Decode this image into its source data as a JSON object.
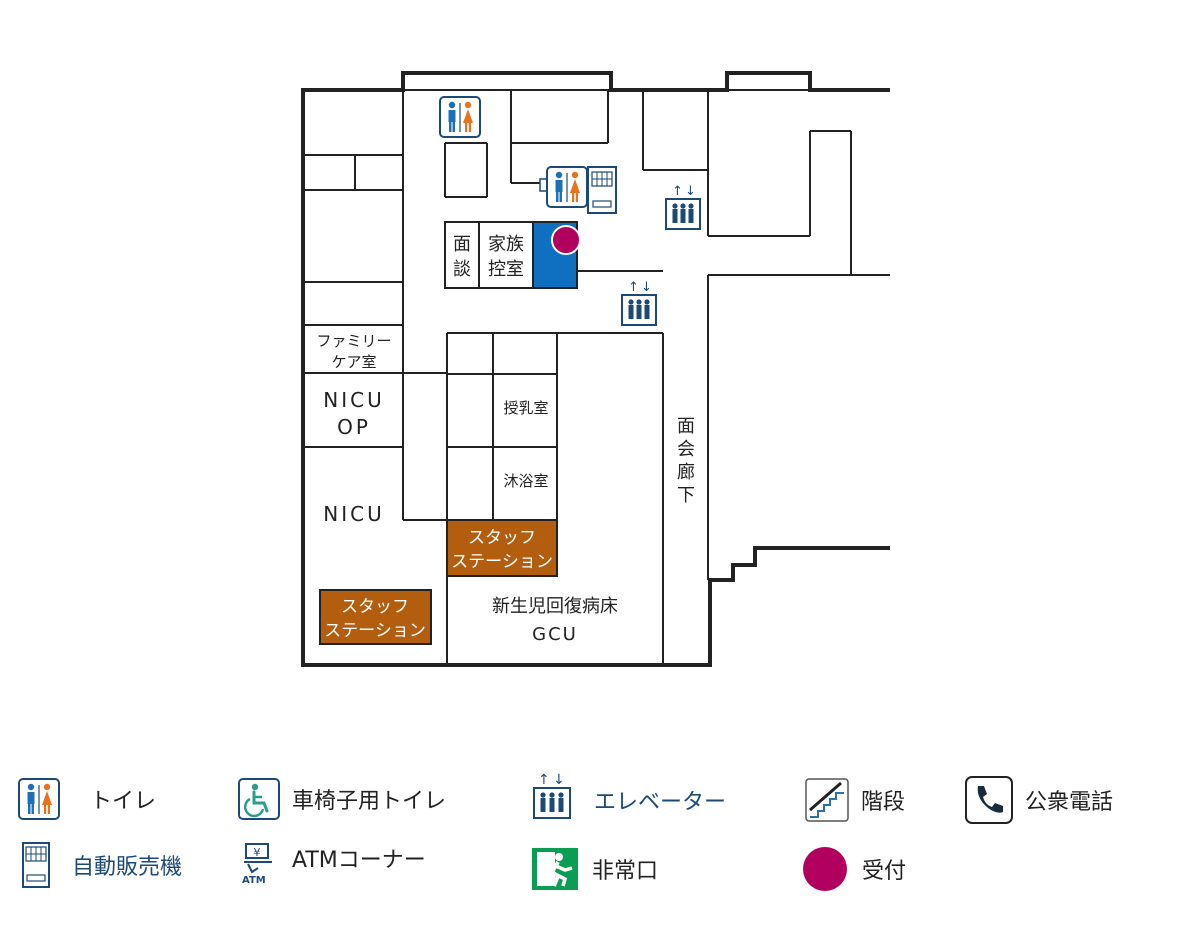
{
  "map": {
    "rooms": {
      "mendan": "面",
      "mendan2": "談",
      "kazoku1": "家族",
      "kazoku2": "控室",
      "family_care1": "ファミリー",
      "family_care2": "ケア室",
      "nicu_op1": "NICU",
      "nicu_op2": "OP",
      "nicu": "NICU",
      "junyu": "授乳室",
      "mokuyoku": "沐浴室",
      "staff_a1": "スタッフ",
      "staff_a2": "ステーション",
      "staff_b1": "スタッフ",
      "staff_b2": "ステーション",
      "gcu1": "新生児回復病床",
      "gcu2": "GCU",
      "corridor": [
        "面",
        "会",
        "廊",
        "下"
      ]
    },
    "colors": {
      "wall": "#222222",
      "staff_station": "#b35d0f",
      "reception_block": "#0f6fc0",
      "reception_dot": "#b2005e",
      "male": "#1d70b8",
      "female": "#e8731e"
    }
  },
  "legend": {
    "toilet": "トイレ",
    "wheelchair_toilet": "車椅子用トイレ",
    "elevator": "エレベーター",
    "stairs": "階段",
    "public_phone": "公衆電話",
    "vending": "自動販売機",
    "atm": "ATMコーナー",
    "atm_icon_text": "ATM",
    "emergency_exit": "非常口",
    "reception": "受付"
  }
}
